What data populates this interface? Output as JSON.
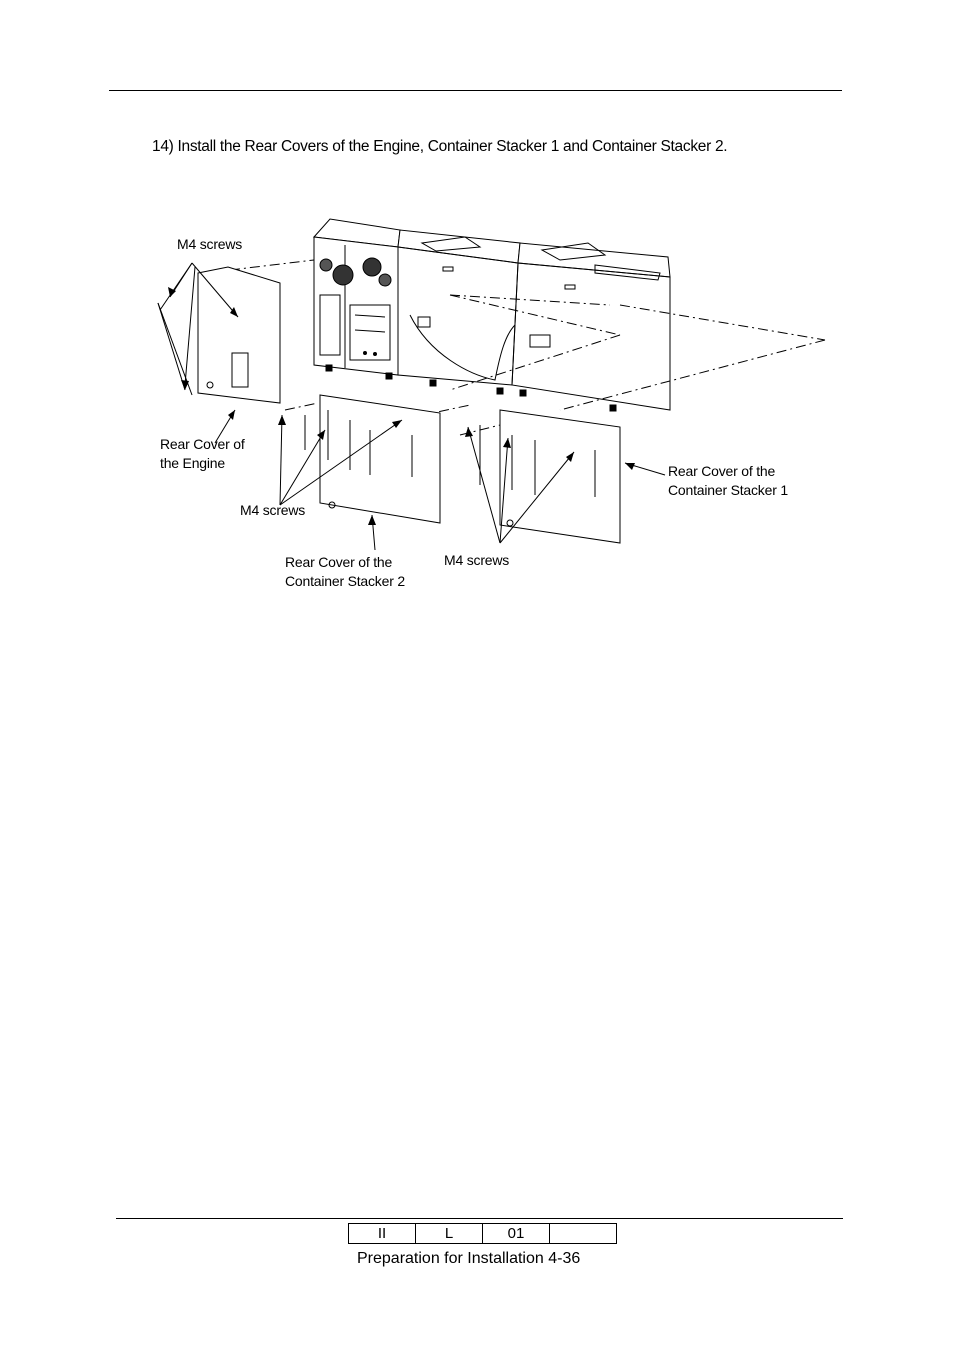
{
  "step": {
    "text": "14) Install the Rear Covers of the Engine, Container Stacker 1 and Container Stacker 2."
  },
  "figure": {
    "labels": {
      "m4_screws_top": "M4 screws",
      "rear_cover_engine_line1": "Rear Cover of",
      "rear_cover_engine_line2": "the Engine",
      "m4_screws_left": "M4 screws",
      "rear_cover_stacker2_line1": "Rear Cover of the",
      "rear_cover_stacker2_line2": "Container Stacker 2",
      "m4_screws_right": "M4 screws",
      "rear_cover_stacker1_line1": "Rear Cover of the",
      "rear_cover_stacker1_line2": "Container Stacker 1"
    }
  },
  "footer": {
    "revision_cells": [
      "II",
      "L",
      "01",
      ""
    ],
    "title": "Preparation for Installation 4-36"
  }
}
